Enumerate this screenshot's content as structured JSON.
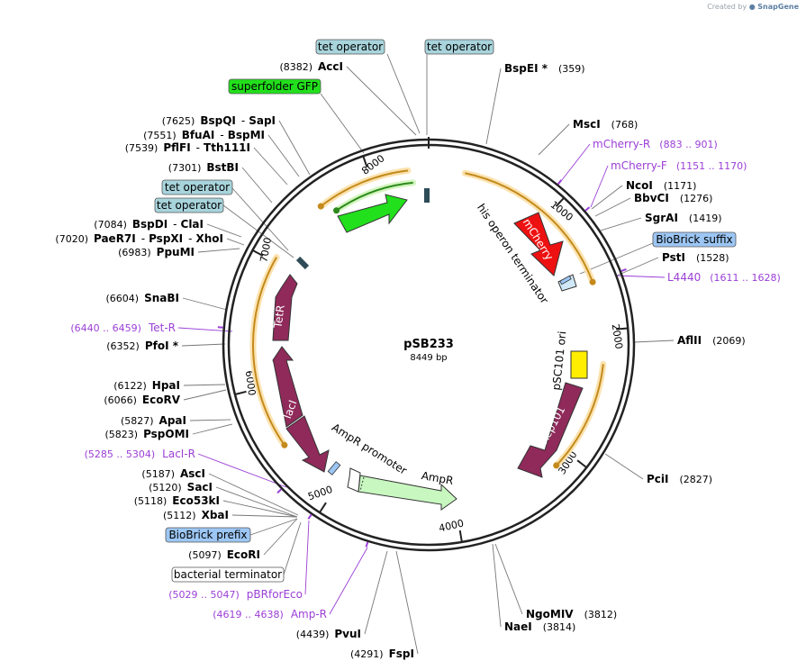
{
  "credit": {
    "prefix": "Created by",
    "brand": "SnapGene"
  },
  "plasmid": {
    "name": "pSB233",
    "size": "8449 bp"
  },
  "ticks": [
    "1000",
    "2000",
    "3000",
    "4000",
    "5000",
    "6000",
    "7000",
    "8000"
  ],
  "sites": [
    {
      "id": "bspei",
      "name": "BspEI *",
      "pos": "(359)"
    },
    {
      "id": "msci",
      "name": "MscI",
      "pos": "(768)"
    },
    {
      "id": "ncoi",
      "name": "NcoI",
      "pos": "(1171)"
    },
    {
      "id": "bbvci",
      "name": "BbvCI",
      "pos": "(1276)"
    },
    {
      "id": "sgrai",
      "name": "SgrAI",
      "pos": "(1419)"
    },
    {
      "id": "psti",
      "name": "PstI",
      "pos": "(1528)"
    },
    {
      "id": "aflii",
      "name": "AflII",
      "pos": "(2069)"
    },
    {
      "id": "pcii",
      "name": "PciI",
      "pos": "(2827)"
    },
    {
      "id": "ngomiv",
      "name": "NgoMIV",
      "pos": "(3812)"
    },
    {
      "id": "naei",
      "name": "NaeI",
      "pos": "(3814)"
    },
    {
      "id": "fspi",
      "name": "FspI",
      "pos": "(4291)"
    },
    {
      "id": "pvui",
      "name": "PvuI",
      "pos": "(4439)"
    },
    {
      "id": "ecori",
      "name": "EcoRI",
      "pos": "(5097)"
    },
    {
      "id": "xbai",
      "name": "XbaI",
      "pos": "(5112)"
    },
    {
      "id": "eco53ki",
      "name": "Eco53kI",
      "pos": "(5118)"
    },
    {
      "id": "saci",
      "name": "SacI",
      "pos": "(5120)"
    },
    {
      "id": "asci",
      "name": "AscI",
      "pos": "(5187)"
    },
    {
      "id": "pspomi",
      "name": "PspOMI",
      "pos": "(5823)"
    },
    {
      "id": "apai",
      "name": "ApaI",
      "pos": "(5827)"
    },
    {
      "id": "ecorv",
      "name": "EcoRV",
      "pos": "(6066)"
    },
    {
      "id": "hpai",
      "name": "HpaI",
      "pos": "(6122)"
    },
    {
      "id": "pfoi",
      "name": "PfoI *",
      "pos": "(6352)"
    },
    {
      "id": "snabi",
      "name": "SnaBI",
      "pos": "(6604)"
    },
    {
      "id": "ppumi",
      "name": "PpuMI",
      "pos": "(6983)"
    },
    {
      "id": "bstbi",
      "name": "BstBI",
      "pos": "(7301)"
    },
    {
      "id": "acci",
      "name": "AccI",
      "pos": "(8382)"
    }
  ],
  "multi_sites": [
    {
      "id": "clai",
      "pos": "(7084)",
      "a": "BspDI",
      "sep": "-",
      "b": "ClaI"
    },
    {
      "id": "xhoi",
      "pos": "(7020)",
      "a": "PaeR7I",
      "sep": "-",
      "b": "PspXI",
      "sep2": "-",
      "c": "XhoI"
    },
    {
      "id": "tth",
      "pos": "(7539)",
      "a": "PflFI",
      "sep": "-",
      "b": "Tth111I"
    },
    {
      "id": "bspmi",
      "pos": "(7551)",
      "a": "BfuAI",
      "sep": "-",
      "b": "BspMI"
    },
    {
      "id": "sapi",
      "pos": "(7625)",
      "a": "BspQI",
      "sep": "-",
      "b": "SapI"
    }
  ],
  "primers": [
    {
      "id": "mcherry-r",
      "name": "mCherry-R",
      "range": "(883 .. 901)"
    },
    {
      "id": "mcherry-f",
      "name": "mCherry-F",
      "range": "(1151 .. 1170)"
    },
    {
      "id": "l4440",
      "name": "L4440",
      "range": "(1611 .. 1628)"
    },
    {
      "id": "tet-r",
      "name": "Tet-R",
      "range": "(6440 .. 6459)"
    },
    {
      "id": "laci-r",
      "name": "LacI-R",
      "range": "(5285 .. 5304)"
    },
    {
      "id": "pbrforeco",
      "name": "pBRforEco",
      "range": "(5029 .. 5047)"
    },
    {
      "id": "amp-r",
      "name": "Amp-R",
      "range": "(4619 .. 4638)"
    }
  ],
  "boxes": [
    {
      "id": "tet-op-1",
      "label": "tet operator",
      "fill": "#a8d4dc"
    },
    {
      "id": "tet-op-2",
      "label": "tet operator",
      "fill": "#a8d4dc"
    },
    {
      "id": "tet-op-3",
      "label": "tet operator",
      "fill": "#a8d4dc"
    },
    {
      "id": "tet-op-4",
      "label": "tet operator",
      "fill": "#a8d4dc"
    },
    {
      "id": "sfgfp",
      "label": "superfolder GFP",
      "fill": "#22e01c"
    },
    {
      "id": "biobrick-suffix",
      "label": "BioBrick suffix",
      "fill": "#9cc6f4"
    },
    {
      "id": "biobrick-prefix",
      "label": "BioBrick prefix",
      "fill": "#9cc6f4"
    },
    {
      "id": "bact-term",
      "label": "bacterial terminator",
      "fill": "#ffffff"
    }
  ],
  "features": [
    {
      "id": "mcherry",
      "label": "mCherry",
      "color": "#ee1111"
    },
    {
      "id": "his-term",
      "label": "his operon terminator",
      "color": "#ffffff"
    },
    {
      "id": "psc101",
      "label": "pSC101 ori",
      "color": "#ffee00"
    },
    {
      "id": "rep101",
      "label": "Rep101",
      "color": "#8f2a5a"
    },
    {
      "id": "ampr",
      "label": "AmpR",
      "color": "#c8f8c0"
    },
    {
      "id": "ampr-promoter",
      "label": "AmpR promoter",
      "color": "#ffffff"
    },
    {
      "id": "laci",
      "label": "lacI",
      "color": "#8f2a5a"
    },
    {
      "id": "tetr",
      "label": "TetR",
      "color": "#8f2a5a"
    },
    {
      "id": "gfp",
      "label": "",
      "color": "#22e01c"
    }
  ],
  "colors": {
    "primer": "#9b3fd6",
    "orf_arrow": "#c48a1c",
    "orf_glow": "#fbe3b0",
    "gfp_arrow": "#2c8a1c",
    "backbone": "#222222"
  }
}
